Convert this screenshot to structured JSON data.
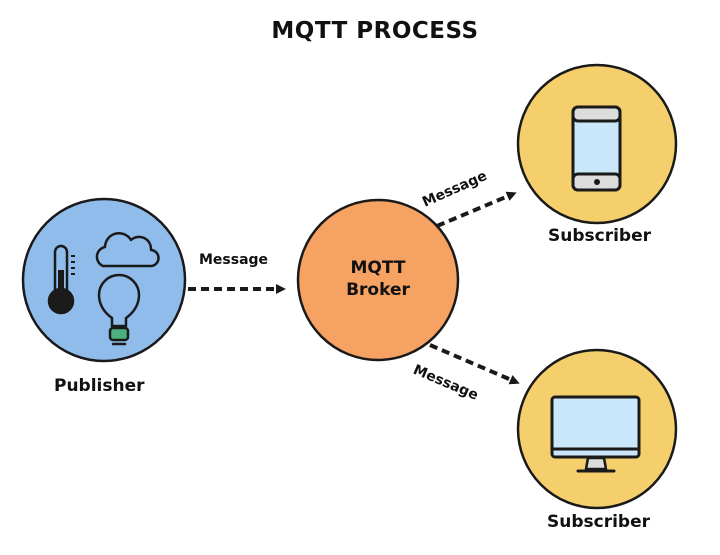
{
  "title": "MQTT PROCESS",
  "publisher": {
    "label": "Publisher"
  },
  "broker": {
    "line1": "MQTT",
    "line2": "Broker"
  },
  "subscribers": [
    {
      "label": "Subscriber",
      "device": "phone-icon"
    },
    {
      "label": "Subscriber",
      "device": "monitor-icon"
    }
  ],
  "messages": [
    {
      "label": "Message"
    },
    {
      "label": "Message"
    },
    {
      "label": "Message"
    }
  ],
  "colors": {
    "publisher": "#8fbcea",
    "broker": "#f5a263",
    "subscriber": "#f4cf6b",
    "outline": "#1a1a1a",
    "screen": "#c9e6fb"
  }
}
